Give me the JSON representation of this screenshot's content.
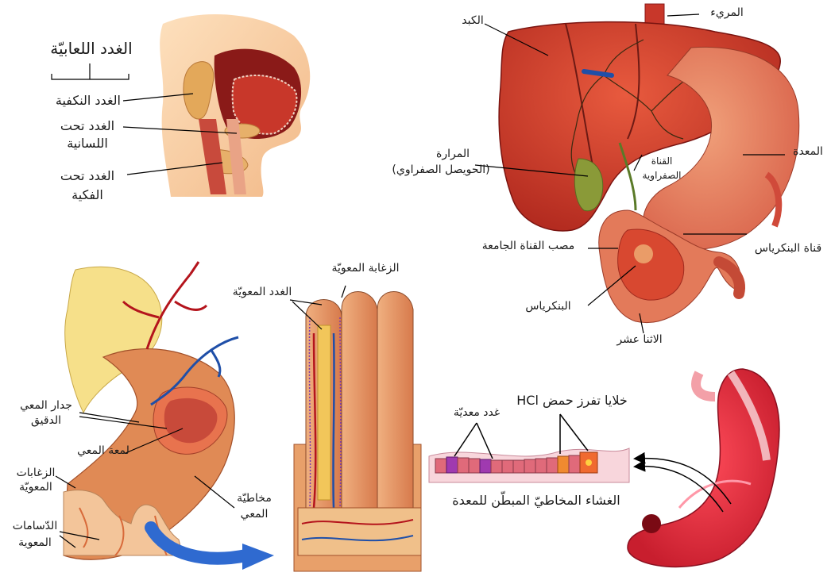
{
  "salivary": {
    "title": "الغدد اللعابيّة",
    "parotid": "الغدد النكفية",
    "sublingual_1": "الغدد تحت",
    "sublingual_2": "اللسانية",
    "submandibular_1": "الغدد تحت",
    "submandibular_2": "الفكية"
  },
  "digestive": {
    "esophagus": "المريء",
    "liver": "الكبد",
    "stomach": "المعدة",
    "gallbladder_1": "المرارة",
    "gallbladder_2": "(الحويصل الصفراوي)",
    "bile_duct_1": "القناة",
    "bile_duct_2": "الصفراوية",
    "pancreatic_duct": "قناة البنكرياس",
    "common_duct_outlet": "مصب القناة الجامعة",
    "pancreas": "البنكرياس",
    "duodenum": "الاثنا عشر"
  },
  "intestine": {
    "villus": "الزغابة المعويّة",
    "intestinal_glands": "الغدد المعويّة",
    "wall_1": "جدار المعي",
    "wall_2": "الدقيق",
    "lumen": "لمعة المعي",
    "villi_1": "الزغابات",
    "villi_2": "المعويّة",
    "mucosa_1": "مخاطيّة",
    "mucosa_2": "المعي",
    "villi_pores_1": "الدّسامات",
    "villi_pores_2": "المعوية"
  },
  "gastric": {
    "hcl_cells": "خلايا تفرز حمض HCl",
    "gastric_glands": "غدد معديّة",
    "mucosa": "الغشاء المخاطيّ المبطّن للمعدة"
  },
  "colors": {
    "organ_red": "#d8452e",
    "liver_red": "#c8372a",
    "artery_red": "#b4141c",
    "vein_blue": "#1f4fa8",
    "intestine_orange": "#e08a55",
    "skin": "#f6c89a"
  }
}
